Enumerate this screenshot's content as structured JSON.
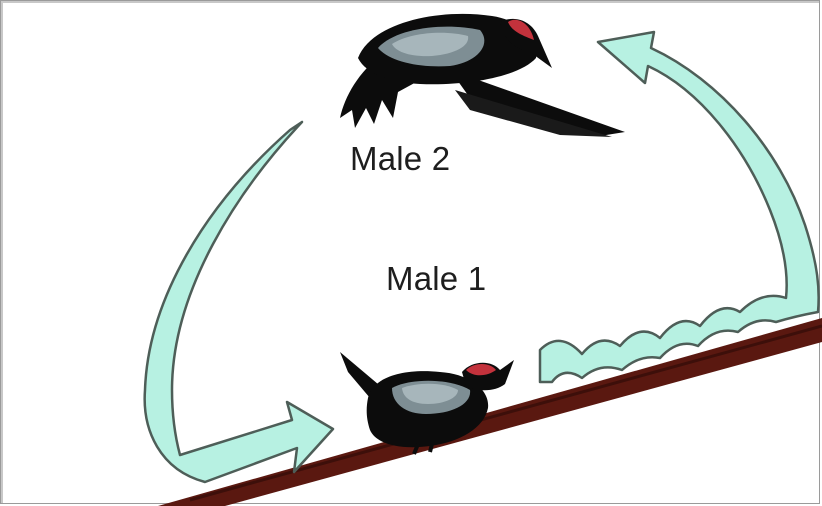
{
  "labels": {
    "male_2": "Male 2",
    "male_1": "Male 1"
  },
  "colors": {
    "arrow_fill": "#b7f1e2",
    "arrow_stroke": "#4e5e58",
    "branch": "#5a1810",
    "bird_body": "#0c0c0c",
    "bird_wing": "#7e8e94",
    "bird_crown": "#c3323c"
  },
  "icons": {
    "flying_bird": "woodpecker-flying-icon",
    "perched_bird": "woodpecker-perched-icon",
    "arrow": "curved-arrow"
  }
}
